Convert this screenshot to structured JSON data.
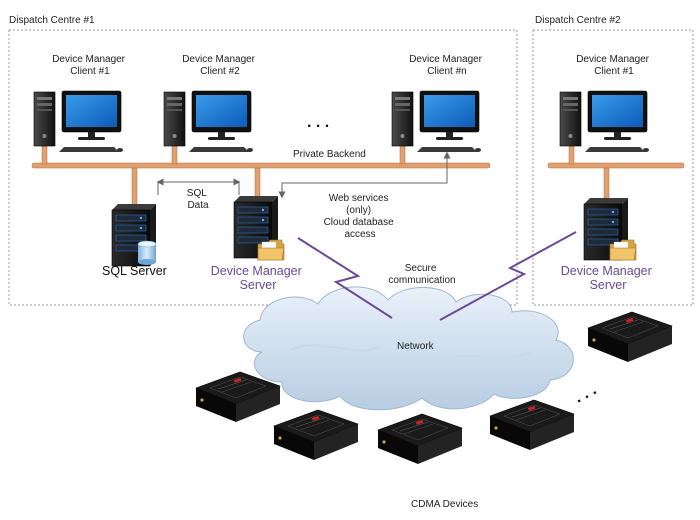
{
  "zones": {
    "centre1": "Dispatch Centre #1",
    "centre2": "Dispatch Centre #2"
  },
  "clients": {
    "c1": [
      "Device Manager",
      "Client #1"
    ],
    "c2": [
      "Device Manager",
      "Client #2"
    ],
    "cn": [
      "Device Manager",
      "Client #n"
    ],
    "c2_1": [
      "Device Manager",
      "Client #1"
    ],
    "ellipsis": ". . ."
  },
  "backend": {
    "label": "Private Backend"
  },
  "servers": {
    "sql": "SQL Server",
    "dm1": [
      "Device Manager",
      "Server"
    ],
    "dm2": [
      "Device Manager",
      "Server"
    ]
  },
  "annotations": {
    "sql_data": [
      "SQL",
      "Data"
    ],
    "web_services": [
      "Web services",
      "(only)",
      "Cloud database",
      "access"
    ],
    "secure": [
      "Secure",
      "communication"
    ]
  },
  "network": {
    "label": "Network"
  },
  "devices": {
    "label": "CDMA Devices",
    "ellipsis": ". . ."
  },
  "colors": {
    "backend_bus": "#e0a070",
    "server_label": "#6a4a96",
    "lightning": "#6a4a96",
    "zone_border": "#999999"
  }
}
